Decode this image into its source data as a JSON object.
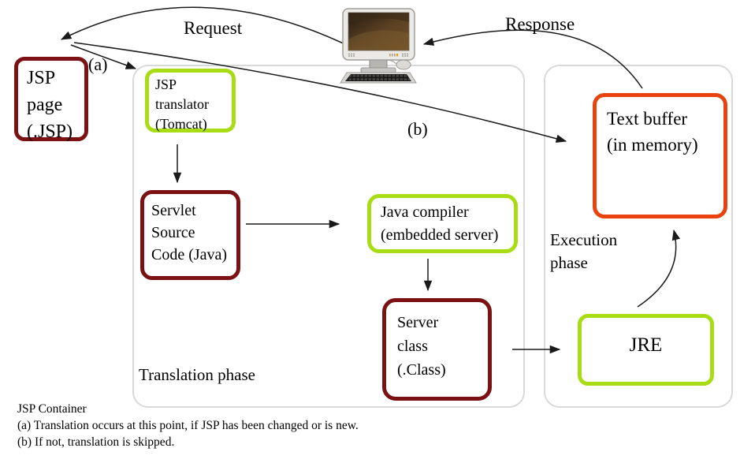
{
  "diagram": {
    "labels": {
      "request": "Request",
      "response": "Response",
      "marker_a": "(a)",
      "marker_b": "(b)",
      "translation_phase": "Translation phase",
      "execution_phase": "Execution phase"
    },
    "boxes": {
      "jsp_page": {
        "lines": [
          "JSP",
          "page",
          "(.JSP)"
        ]
      },
      "jsp_translator": {
        "lines": [
          "JSP",
          "translator",
          "(Tomcat)"
        ]
      },
      "servlet_source": {
        "lines": [
          "Servlet",
          "Source",
          "Code (Java)"
        ]
      },
      "java_compiler": {
        "lines": [
          "Java compiler",
          "(embedded server)"
        ]
      },
      "server_class": {
        "lines": [
          "Server",
          "class",
          "(.Class)"
        ]
      },
      "text_buffer": {
        "lines": [
          "Text buffer",
          "(in memory)"
        ]
      },
      "jre": {
        "lines": [
          "JRE"
        ]
      }
    },
    "footnotes": {
      "title": "JSP Container",
      "note_a": "(a) Translation occurs at this point, if JSP has been changed or is new.",
      "note_b": "(b) If not, translation is skipped."
    },
    "icons": {
      "computer": "desktop-computer"
    }
  },
  "colors": {
    "maroon": "#7b1113",
    "green": "#a8dc15",
    "orange": "#e8430f",
    "container-border": "#d9d9d9",
    "arrow": "#1a1a1a",
    "text": "#000000"
  }
}
